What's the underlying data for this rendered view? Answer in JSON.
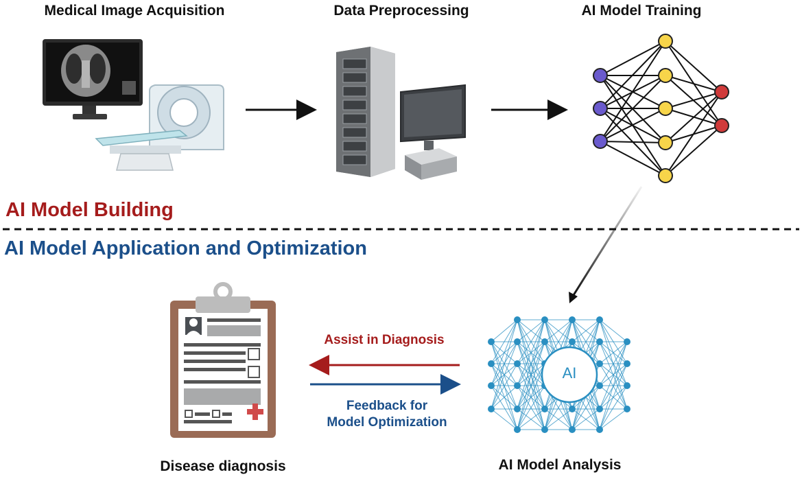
{
  "stages": {
    "acquisition": "Medical Image Acquisition",
    "preprocessing": "Data Preprocessing",
    "training": "AI Model Training",
    "diagnosis": "Disease diagnosis",
    "analysis": "AI Model Analysis"
  },
  "sections": {
    "building": "AI Model Building",
    "application": "AI Model Application and Optimization"
  },
  "flows": {
    "assist": "Assist in Diagnosis",
    "feedback_line1": "Feedback for",
    "feedback_line2": "Model Optimization"
  },
  "ai_badge": "AI",
  "colors": {
    "building_red": "#a51c1c",
    "application_blue": "#1b4f8a",
    "input_node": "#6a5acd",
    "hidden_node": "#f7d54a",
    "output_node": "#d03a3a",
    "ai_network": "#2a8fc1"
  }
}
